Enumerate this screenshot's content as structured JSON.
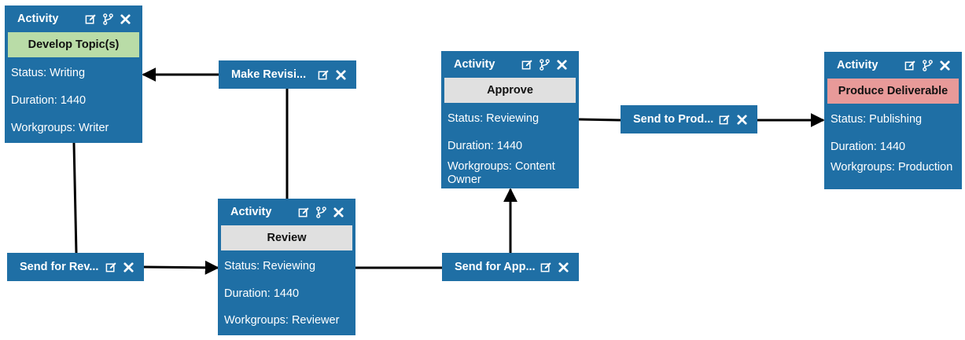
{
  "activities": [
    {
      "id": "develop",
      "header": "Activity",
      "name": "Develop Topic(s)",
      "name_bg": "#b9dca7",
      "status": "Status: Writing",
      "duration": "Duration: 1440",
      "workgroups": "Workgroups: Writer"
    },
    {
      "id": "review",
      "header": "Activity",
      "name": "Review",
      "name_bg": "#e0e0e0",
      "status": "Status: Reviewing",
      "duration": "Duration: 1440",
      "workgroups": "Workgroups: Reviewer"
    },
    {
      "id": "approve",
      "header": "Activity",
      "name": "Approve",
      "name_bg": "#e0e0e0",
      "status": "Status: Reviewing",
      "duration": "Duration: 1440",
      "workgroups": "Workgroups: Content Owner"
    },
    {
      "id": "produce",
      "header": "Activity",
      "name": "Produce Deliverable",
      "name_bg": "#e89a99",
      "status": "Status: Publishing",
      "duration": "Duration: 1440",
      "workgroups": "Workgroups: Production"
    }
  ],
  "transitions": [
    {
      "id": "make-revisions",
      "label": "Make Revisi..."
    },
    {
      "id": "send-for-review",
      "label": "Send for Rev..."
    },
    {
      "id": "send-for-approval",
      "label": "Send for App..."
    },
    {
      "id": "send-to-production",
      "label": "Send to Prod..."
    }
  ],
  "icons": {
    "edit": "edit-icon",
    "branch": "branch-icon",
    "close": "close-icon"
  },
  "colors": {
    "node": "#1f6fa5",
    "connector": "#000000",
    "text": "#ffffff"
  }
}
